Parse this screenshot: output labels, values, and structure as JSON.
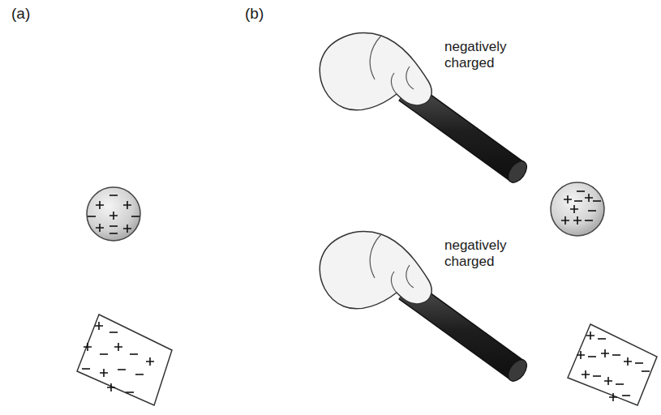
{
  "diagram": {
    "labels": [
      "(a)",
      "(b)",
      "negatively charged",
      "negatively charged"
    ]
  }
}
